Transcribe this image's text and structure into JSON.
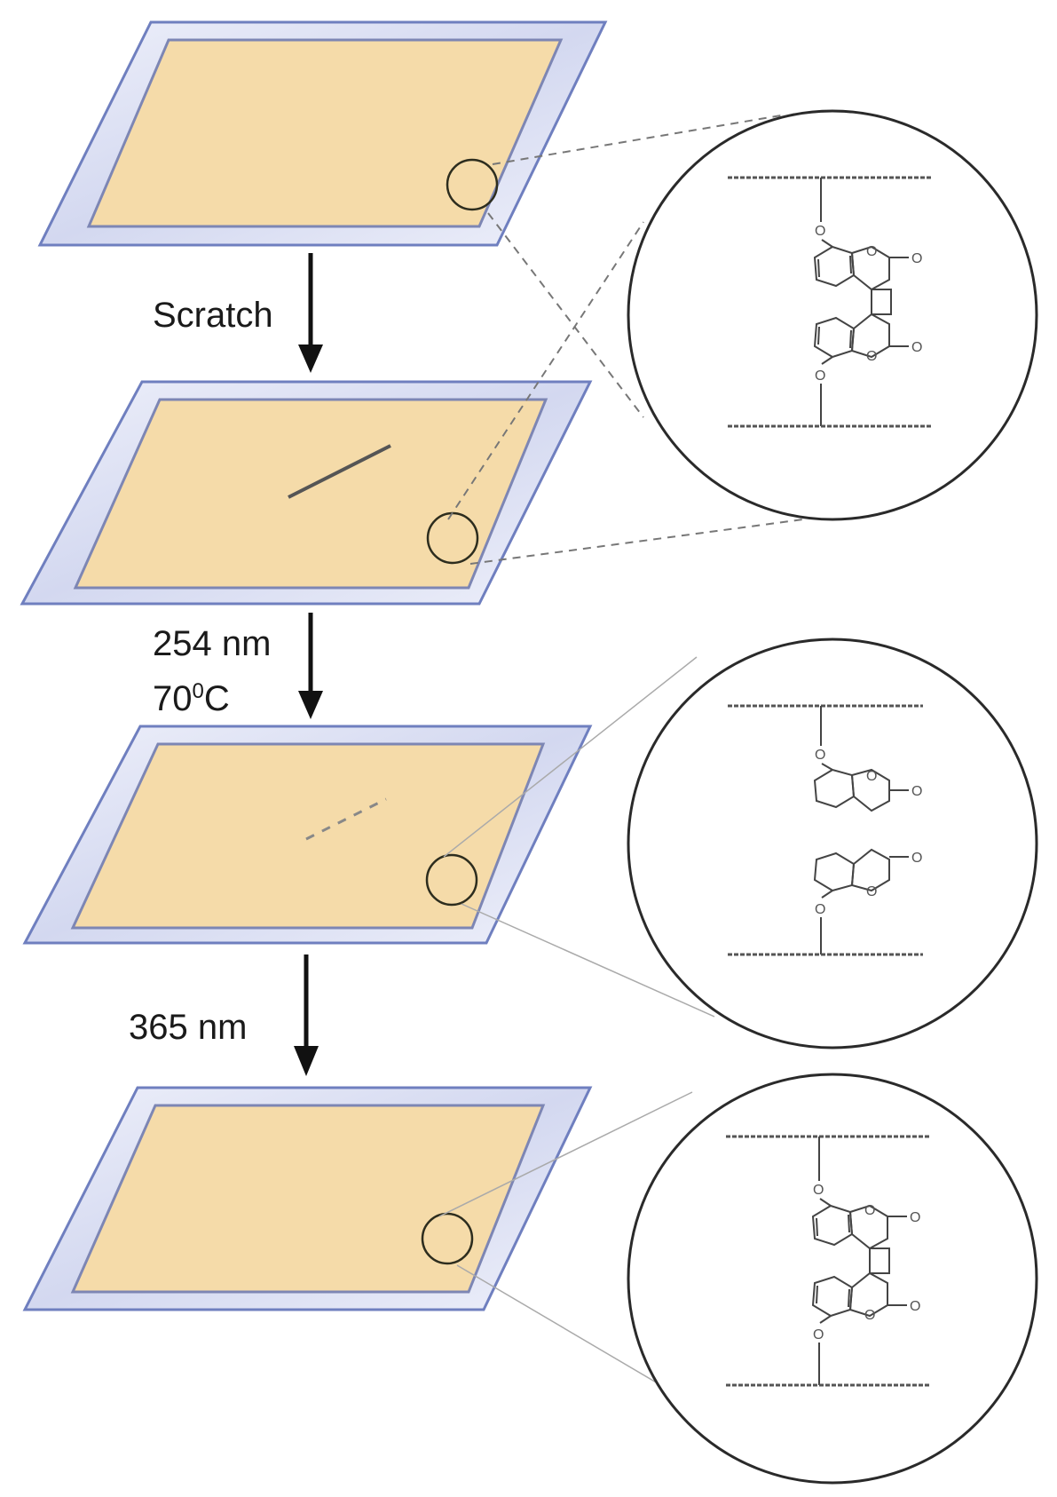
{
  "steps": [
    {
      "label": "Scratch"
    },
    {
      "label_line1": "254 nm",
      "label_line2_main": "70",
      "label_line2_sup": "0",
      "label_line2_tail": "C"
    },
    {
      "label": "365 nm"
    }
  ],
  "atoms": {
    "oxygen": "O"
  },
  "colors": {
    "coating": "#f5dba9",
    "glass": "#d7dbf0",
    "glass_edge": "#6f7fbf",
    "text": "#1a1a1a"
  }
}
